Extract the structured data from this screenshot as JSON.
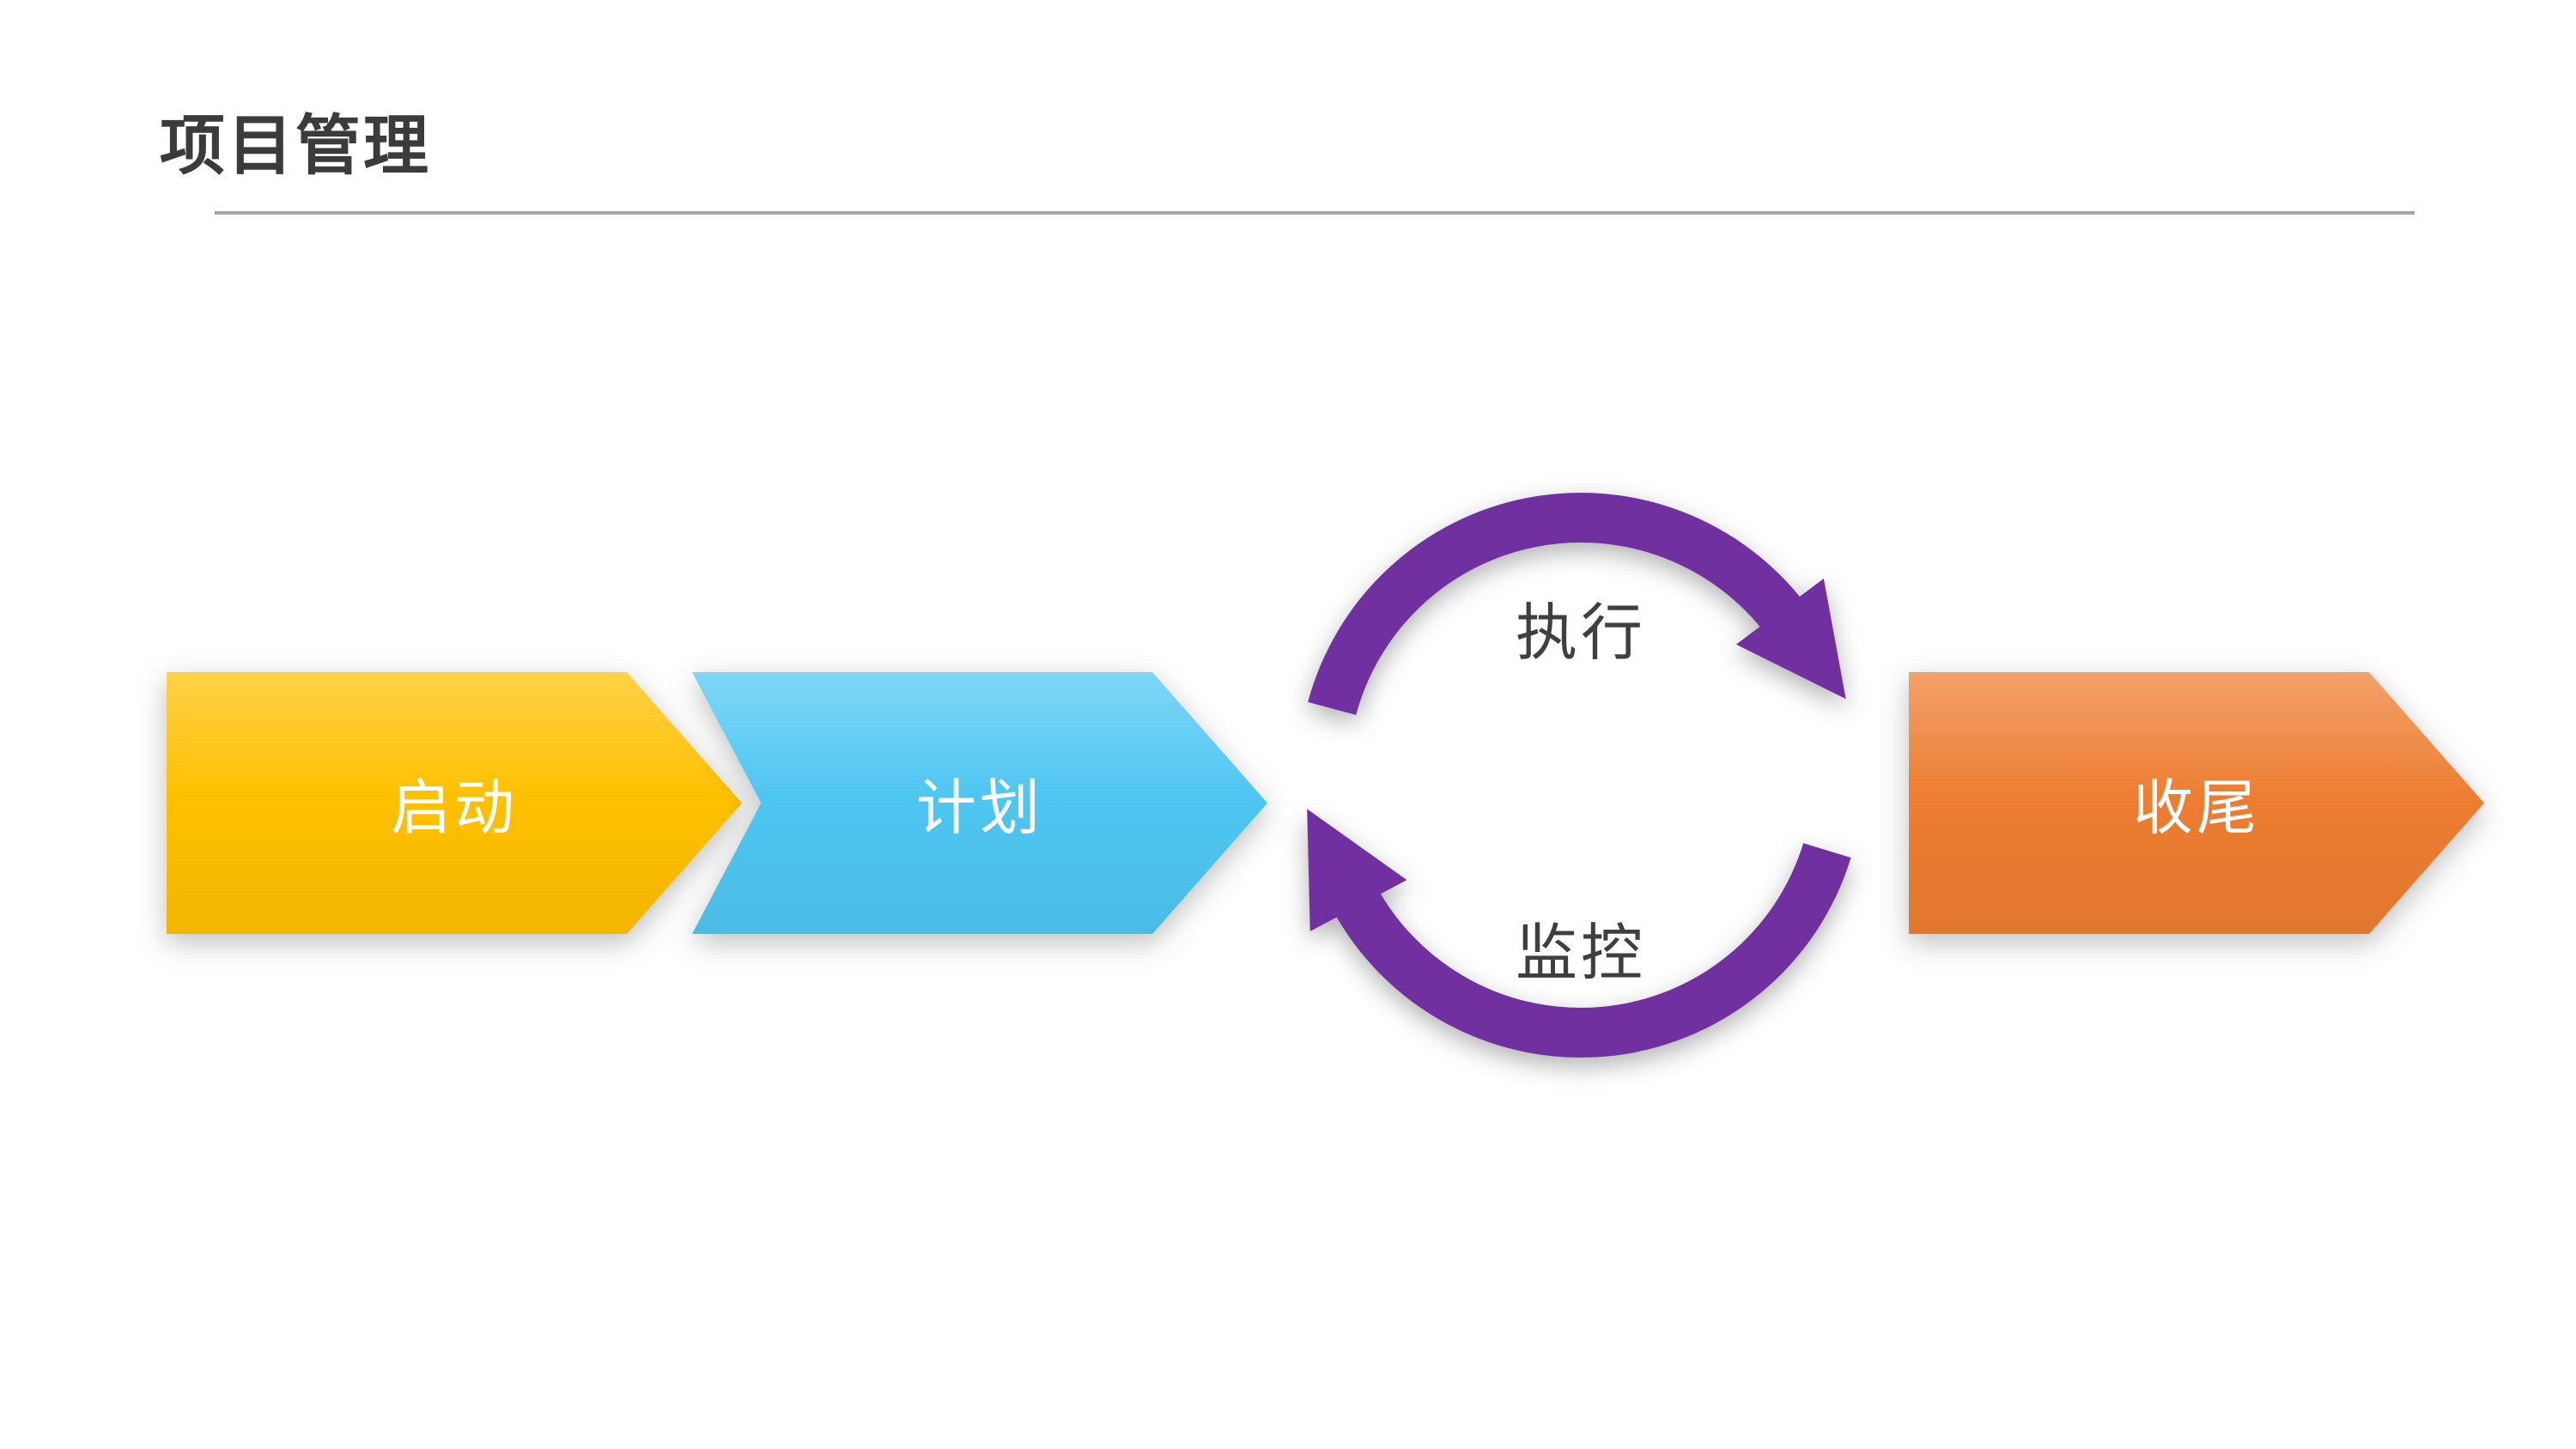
{
  "slide": {
    "title": "项目管理"
  },
  "flow": {
    "steps": [
      {
        "id": "initiate",
        "label": "启动",
        "color": "#FFC000"
      },
      {
        "id": "plan",
        "label": "计划",
        "color": "#4EC6F2"
      },
      {
        "id": "close",
        "label": "收尾",
        "color": "#ED7D31"
      }
    ],
    "cycle": {
      "top_label": "执行",
      "bottom_label": "监控",
      "color": "#7030A0"
    }
  },
  "colors": {
    "title_text": "#3b3b3b",
    "divider": "#a6a6a6",
    "arrow_text": "#ffffff",
    "cycle_text": "#3f3f3f",
    "background": "#ffffff"
  }
}
